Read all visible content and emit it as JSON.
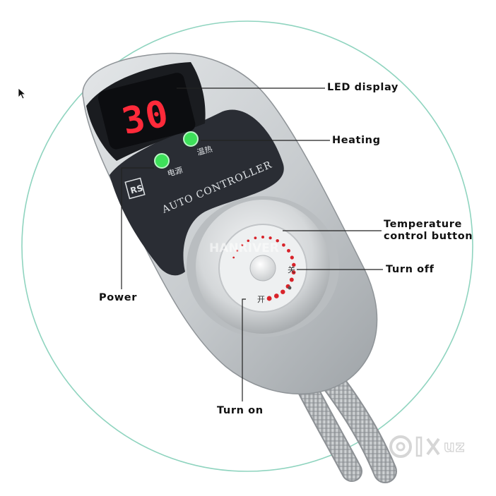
{
  "labels": {
    "led_display": "LED display",
    "heating": "Heating",
    "temperature_line1": "Temperature",
    "temperature_line2": "control button",
    "turn_off": "Turn off",
    "power": "Power",
    "turn_on": "Turn on"
  },
  "device": {
    "display_value": "30",
    "brand_text": "AUTO CONTROLLER",
    "power_led_caption": "电源",
    "heat_led_caption": "温热",
    "dial_off_char": "关",
    "dial_on_char": "开",
    "dial_watermark": "HANRIVER",
    "logo_letters": "RS"
  },
  "watermark": {
    "text": "uz"
  },
  "colors": {
    "circle_outline": "#8fd4bf",
    "device_body": "#c9cdd0",
    "panel": "#2a2d34",
    "led_green": "#3ee05a",
    "display_red": "#ff2a3a"
  }
}
